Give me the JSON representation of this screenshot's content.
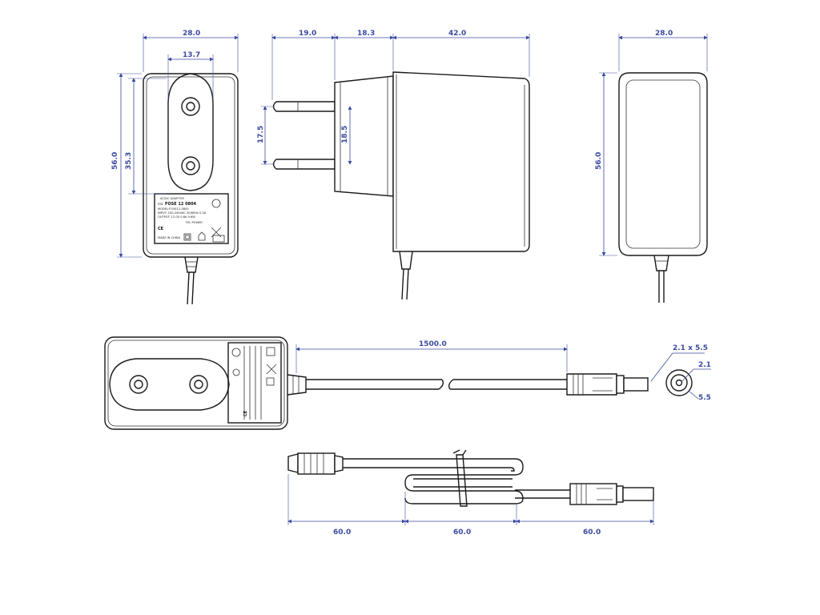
{
  "dimensions": {
    "front_width": "28.0",
    "front_plug_spacing": "13.7",
    "front_height": "56.0",
    "front_plug_height": "35.3",
    "side_pin_length": "19.0",
    "side_base": "18.3",
    "side_body": "42.0",
    "side_pin_spacing": "17.5",
    "side_pin_spacing_inner": "18.5",
    "right_width": "28.0",
    "right_height": "56.0",
    "cable_length": "1500.0",
    "dc_plug_size": "2.1 x 5.5",
    "dc_inner": "2.1",
    "dc_outer": "5.5",
    "coil_seg_1": "60.0",
    "coil_seg_2": "60.0",
    "coil_seg_3": "60.0"
  },
  "label": {
    "title": "AC/DC ADAPTOR",
    "pn_prefix": "P/N:",
    "pn": "FOSE 12 0804",
    "model": "MODEL:FOSE12-0800",
    "input": "INPUT: 100-240VAC 50/60Hz 0.3A",
    "output": "OUTPUT: 12.0V 0.8A 9.6W",
    "brand": "FEL POWER",
    "origin": "MADE IN CHINA"
  },
  "colors": {
    "dimension": "#3b4aa0",
    "outline": "#1a1a1a"
  }
}
